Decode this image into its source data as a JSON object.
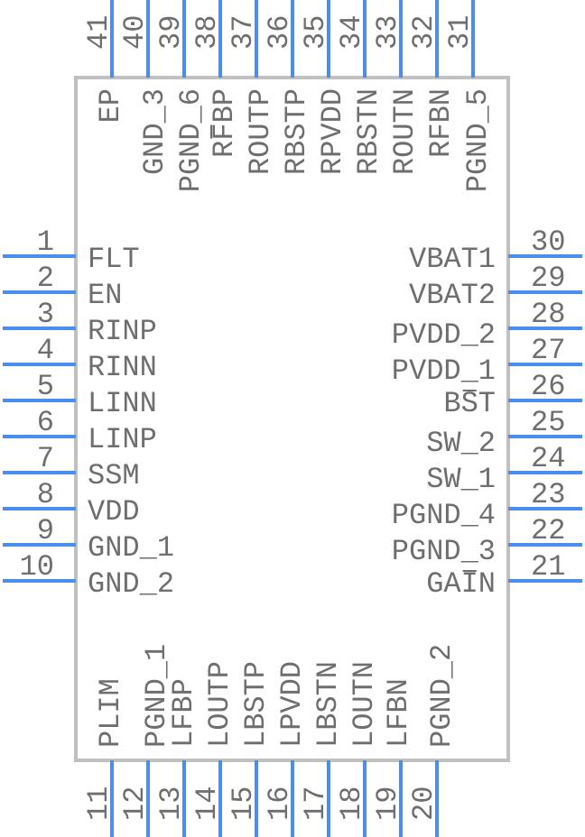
{
  "colors": {
    "pin": "#4a8cf0",
    "body_stroke": "#c0c0c0",
    "text": "#6e6e6e"
  },
  "pins": {
    "left": [
      {
        "num": "1",
        "name": "FLT"
      },
      {
        "num": "2",
        "name": "EN"
      },
      {
        "num": "3",
        "name": "RINP"
      },
      {
        "num": "4",
        "name": "RINN"
      },
      {
        "num": "5",
        "name": "LINN"
      },
      {
        "num": "6",
        "name": "LINP"
      },
      {
        "num": "7",
        "name": "SSM"
      },
      {
        "num": "8",
        "name": "VDD"
      },
      {
        "num": "9",
        "name": "GND_1"
      },
      {
        "num": "10",
        "name": "GND_2"
      }
    ],
    "bottom": [
      {
        "num": "11",
        "name": "PLIM"
      },
      {
        "num": "12",
        "name": "PGND_1"
      },
      {
        "num": "13",
        "name": "LFBP"
      },
      {
        "num": "14",
        "name": "LOUTP"
      },
      {
        "num": "15",
        "name": "LBSTP"
      },
      {
        "num": "16",
        "name": "LPVDD"
      },
      {
        "num": "17",
        "name": "LBSTN"
      },
      {
        "num": "18",
        "name": "LOUTN"
      },
      {
        "num": "19",
        "name": "LFBN"
      },
      {
        "num": "20",
        "name": "PGND_2"
      }
    ],
    "right": [
      {
        "num": "30",
        "name": "VBAT1"
      },
      {
        "num": "29",
        "name": "VBAT2"
      },
      {
        "num": "28",
        "name": "PVDD_2"
      },
      {
        "num": "27",
        "name": "PVDD_1"
      },
      {
        "num": "26",
        "name": "BST",
        "overbar_index": 1
      },
      {
        "num": "25",
        "name": "SW_2"
      },
      {
        "num": "24",
        "name": "SW_1"
      },
      {
        "num": "23",
        "name": "PGND_4"
      },
      {
        "num": "22",
        "name": "PGND_3"
      },
      {
        "num": "21",
        "name": "GAIN",
        "overbar_index": 2
      }
    ],
    "top": [
      {
        "num": "41",
        "name": "EP"
      },
      {
        "num": "40",
        "name": "GND_3"
      },
      {
        "num": "39",
        "name": "PGND_6"
      },
      {
        "num": "38",
        "name": "RFBP",
        "overbar_index": 1
      },
      {
        "num": "37",
        "name": "ROUTP"
      },
      {
        "num": "36",
        "name": "RBSTP"
      },
      {
        "num": "35",
        "name": "RPVDD"
      },
      {
        "num": "34",
        "name": "RBSTN"
      },
      {
        "num": "33",
        "name": "ROUTN"
      },
      {
        "num": "32",
        "name": "RFBN"
      },
      {
        "num": "31",
        "name": "PGND_5"
      }
    ]
  }
}
